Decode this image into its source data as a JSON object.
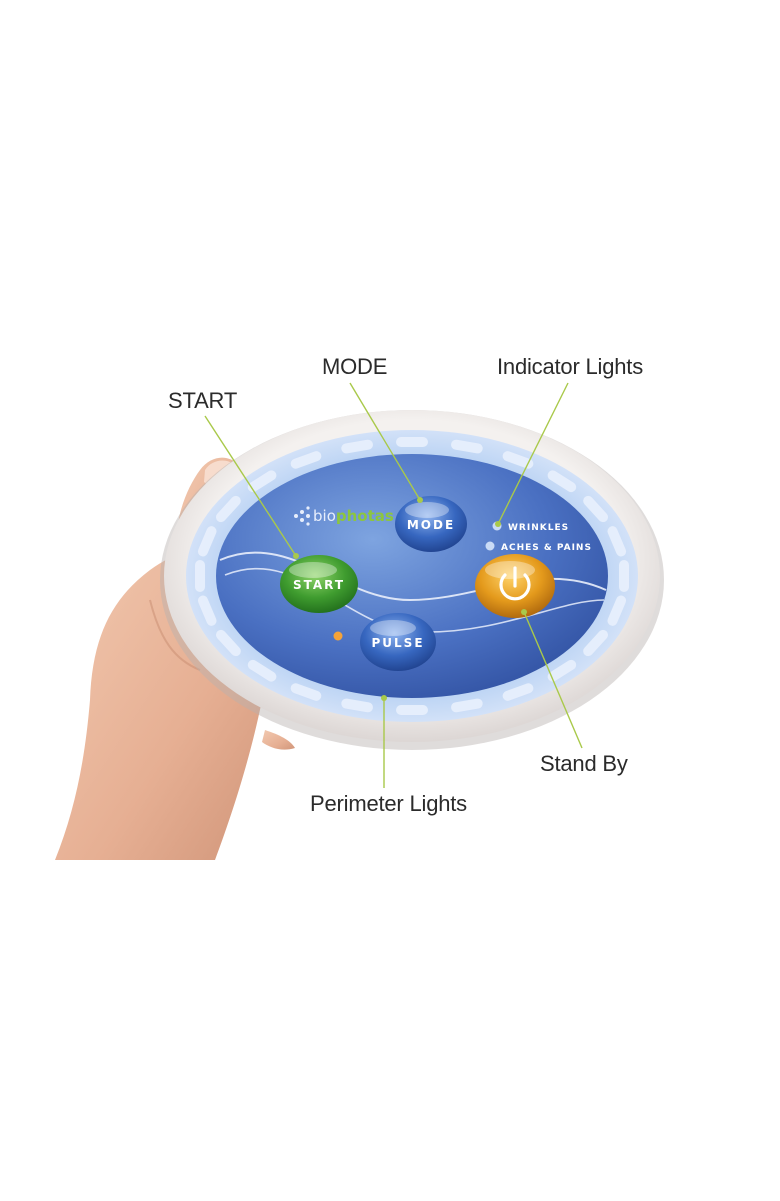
{
  "callouts": {
    "mode": "MODE",
    "indicator": "Indicator Lights",
    "start": "START",
    "standby": "Stand By",
    "perimeter": "Perimeter Lights"
  },
  "device": {
    "brand_prefix": "bio",
    "brand_suffix": "photas",
    "buttons": {
      "mode": "MODE",
      "start": "START",
      "pulse": "PULSE",
      "standby_icon": "power-icon"
    },
    "indicators": [
      "WRINKLES",
      "ACHES & PAINS"
    ]
  },
  "colors": {
    "callout_line": "#a9c94a",
    "panel_blue": "#3e63b6",
    "start_green": "#3e9a2e",
    "mode_blue": "#2d5ab4",
    "standby_orange": "#e29a1c",
    "brand_green": "#8cc63f"
  }
}
